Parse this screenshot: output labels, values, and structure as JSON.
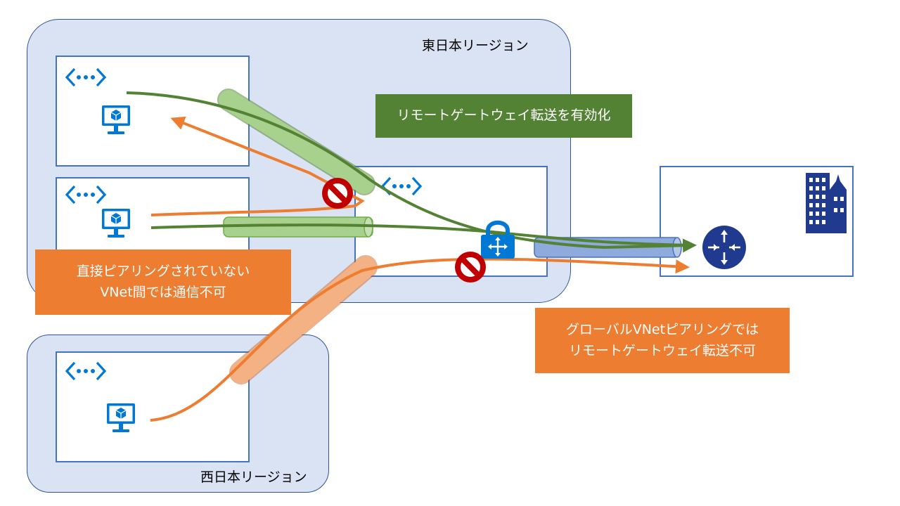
{
  "regions": {
    "east": {
      "label": "東日本リージョン"
    },
    "west": {
      "label": "西日本リージョン"
    }
  },
  "callouts": {
    "remote_gateway_enabled": {
      "text": "リモートゲートウェイ転送を有効化",
      "color": "#548235"
    },
    "no_direct_peering": {
      "lines": [
        "直接ピアリングされていない",
        "VNet間では通信不可"
      ],
      "color": "#ed7d31"
    },
    "global_peering": {
      "lines": [
        "グローバルVNetピアリングでは",
        "リモートゲートウェイ転送不可"
      ],
      "color": "#ed7d31"
    }
  },
  "icons": [
    "vnet-icon",
    "vm-icon",
    "vpn-gateway-icon",
    "router-icon",
    "building-icon",
    "prohibited-icon"
  ],
  "colors": {
    "region_fill": "#dae3f3",
    "vnet_border": "#4472c4",
    "allowed_path": "#548235",
    "blocked_path": "#ed7d31",
    "peering_tube_green": "#a9d18e",
    "peering_tube_orange": "#f4b183",
    "vpn_tube": "#8faadc",
    "prohibited": "#c00000",
    "azure_blue": "#0078d4"
  }
}
